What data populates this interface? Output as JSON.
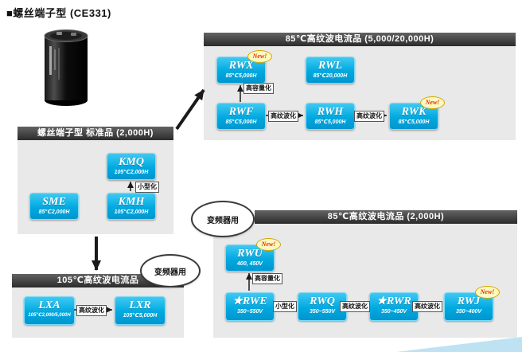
{
  "title": "■螺丝端子型 (CE331)",
  "badge_new": "New!",
  "oval_inverter_1": "变频器用",
  "oval_inverter_2": "变频器用",
  "groups": {
    "ripple85_long": {
      "header": "85℃高纹波电流品 (5,000/20,000H)",
      "products": {
        "rwx": {
          "name": "RWX",
          "spec": "85℃5,000H"
        },
        "rwl": {
          "name": "RWL",
          "spec": "85℃20,000H"
        },
        "rwf": {
          "name": "RWF",
          "spec": "85℃5,000H"
        },
        "rwh": {
          "name": "RWH",
          "spec": "85℃5,000H"
        },
        "rwk": {
          "name": "RWK",
          "spec": "85℃5,000H"
        }
      },
      "labels": {
        "capacity_up": "高容量化",
        "ripple_up_1": "高纹波化",
        "ripple_up_2": "高纹波化"
      }
    },
    "standard": {
      "header": "螺丝端子型 标准品 (2,000H)",
      "products": {
        "kmq": {
          "name": "KMQ",
          "spec": "105℃2,000H"
        },
        "kmh": {
          "name": "KMH",
          "spec": "105℃2,000H"
        },
        "sme": {
          "name": "SME",
          "spec": "85℃2,000H"
        }
      },
      "labels": {
        "compact": "小型化"
      }
    },
    "ripple105": {
      "header": "105℃高纹波电流品",
      "products": {
        "lxa": {
          "name": "LXA",
          "spec": "105℃2,000/5,000H"
        },
        "lxr": {
          "name": "LXR",
          "spec": "105℃5,000H"
        }
      },
      "labels": {
        "ripple_up": "高纹波化"
      }
    },
    "ripple85_2000": {
      "header": "85℃高纹波电流品 (2,000H)",
      "products": {
        "rwu": {
          "name": "RWU",
          "spec": "400, 450V"
        },
        "rwe": {
          "name": "★RWE",
          "spec": "350~550V"
        },
        "rwq": {
          "name": "RWQ",
          "spec": "350~550V"
        },
        "rwr": {
          "name": "★RWR",
          "spec": "350~450V"
        },
        "rwj": {
          "name": "RWJ",
          "spec": "350~400V"
        }
      },
      "labels": {
        "capacity_up": "高容量化",
        "compact": "小型化",
        "ripple_up_1": "高纹波化",
        "ripple_up_2": "高纹波化"
      }
    }
  },
  "colors": {
    "product_box": "#00a9e0",
    "group_header": "#3b3b3b",
    "group_body": "#e9e9e9",
    "new_badge_text": "#e03000",
    "wedge": "#bfe2f2"
  }
}
